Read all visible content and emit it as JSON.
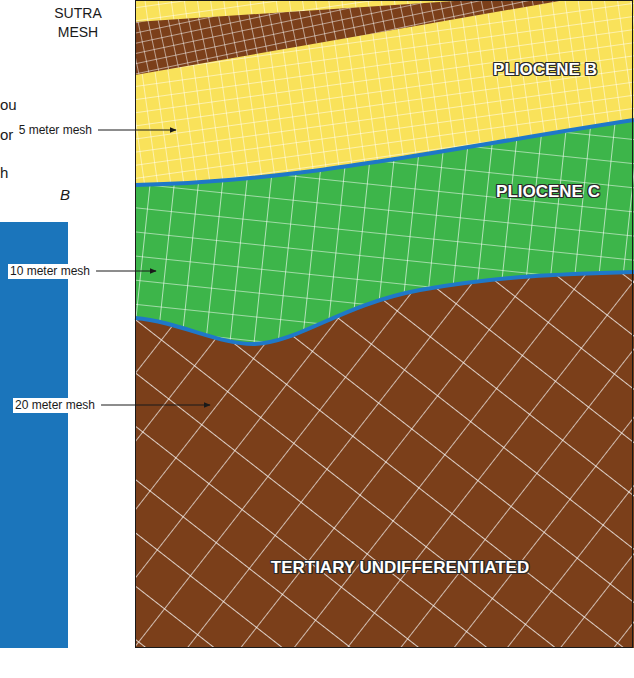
{
  "diagram": {
    "title": "SUTRA MESH",
    "nodes": [
      {
        "text": [
          "PLIOCENE B"
        ]
      },
      {
        "text": [
          "PLIOCENE C"
        ]
      },
      {
        "text": [
          "TERTIARY UNDIFFERENTIATED"
        ]
      }
    ],
    "labels": [
      "5 meter mesh",
      "10 meter mesh",
      "20 meter mesh",
      "ou",
      "or",
      "h",
      "B"
    ]
  }
}
